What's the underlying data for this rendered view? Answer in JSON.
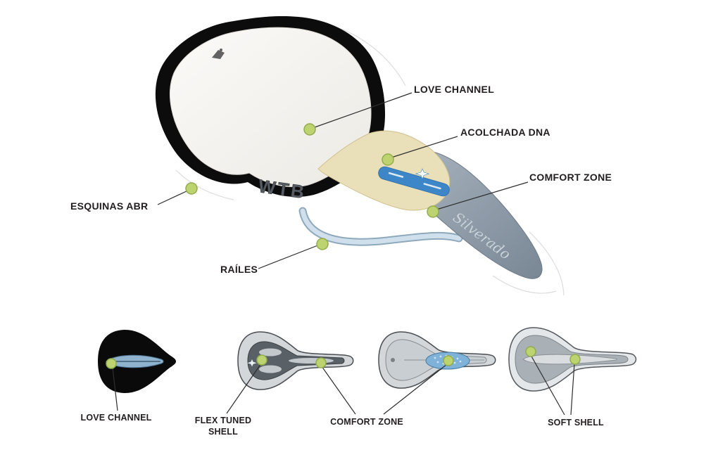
{
  "main_diagram": {
    "brand_side": "WTB",
    "brand_nose": "Silverado",
    "callouts": [
      {
        "label": "LOVE CHANNEL"
      },
      {
        "label": "ACOLCHADA DNA"
      },
      {
        "label": "COMFORT ZONE"
      },
      {
        "label": "ESQUINAS ABR"
      },
      {
        "label": "RAÍLES"
      }
    ]
  },
  "feature_row": [
    {
      "label": "LOVE CHANNEL"
    },
    {
      "label": "FLEX TUNED SHELL"
    },
    {
      "label": "COMFORT ZONE"
    },
    {
      "label": "SOFT SHELL"
    }
  ],
  "colors": {
    "callout_dot": "#bdd36f",
    "callout_dot_border": "#93ac4e",
    "label_text": "#221e1f",
    "saddle_black": "#0c0c0c",
    "saddle_white": "#f7f6f2",
    "padding_tan": "#e9dfb8",
    "nose_gray": "#8e9ba7",
    "rail_blue": "#cfe0ec",
    "accent_blue": "#3d87c8"
  }
}
